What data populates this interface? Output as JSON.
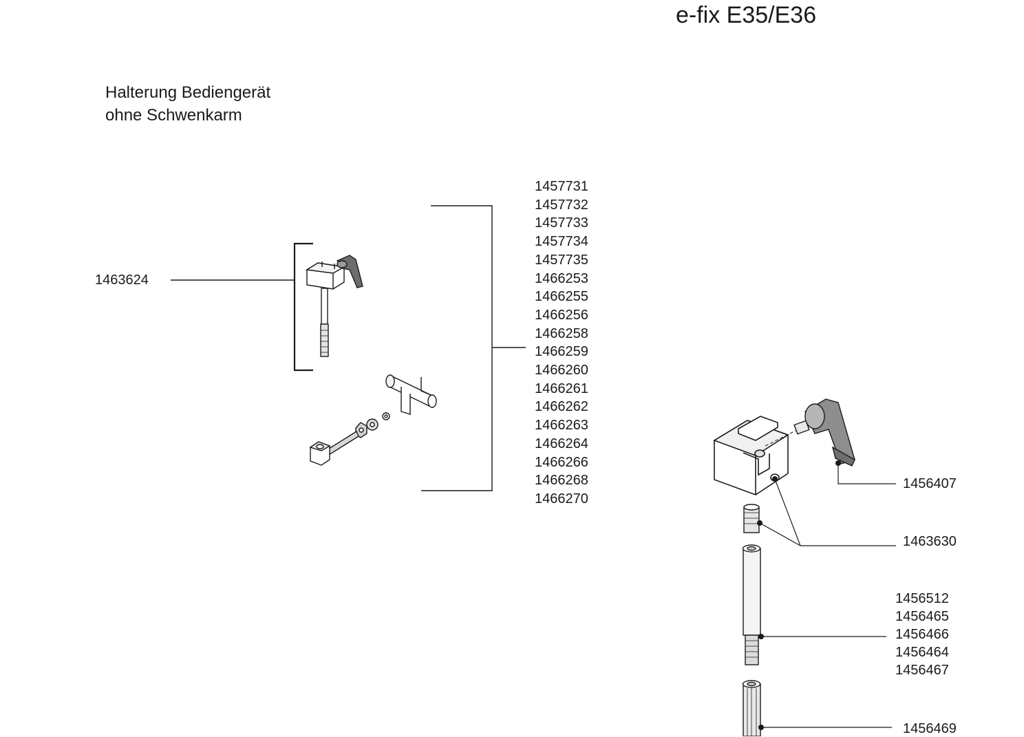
{
  "title": "e-fix E35/E36",
  "subtitle": {
    "line1": "Halterung Bediengerät",
    "line2": "ohne Schwenkarm"
  },
  "parts": {
    "left_callout": "1463624",
    "kit_list": [
      "1457731",
      "1457732",
      "1457733",
      "1457734",
      "1457735",
      "1466253",
      "1466255",
      "1466256",
      "1466258",
      "1466259",
      "1466260",
      "1466261",
      "1466262",
      "1466263",
      "1466264",
      "1466266",
      "1466268",
      "1466270"
    ],
    "lever": "1456407",
    "clamp_block": "1463630",
    "tube_list": [
      "1456512",
      "1456465",
      "1456466",
      "1456464",
      "1456467"
    ],
    "sleeve": "1456469"
  }
}
